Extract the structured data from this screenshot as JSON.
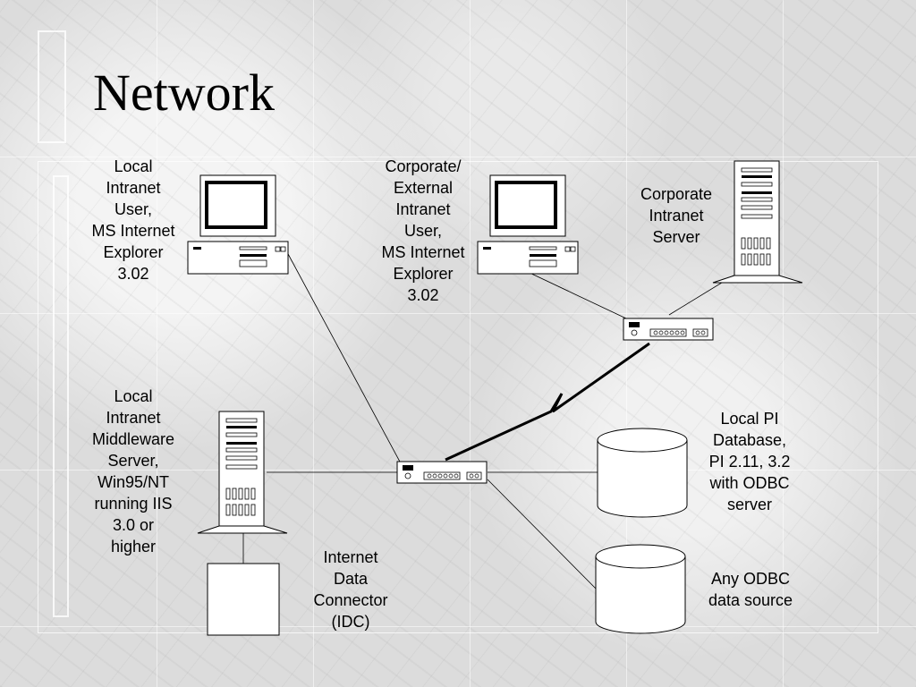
{
  "slide": {
    "title": "Network"
  },
  "labels": {
    "local_user": "Local\nIntranet\nUser,\nMS Internet\nExplorer\n3.02",
    "corporate_user": "Corporate/\nExternal\nIntranet\nUser,\nMS Internet\nExplorer\n3.02",
    "corporate_server": "Corporate\nIntranet\nServer",
    "middleware_server": "Local\nIntranet\nMiddleware\nServer,\nWin95/NT\nrunning IIS\n3.0 or\nhigher",
    "idc": "Internet\nData\nConnector\n(IDC)",
    "local_pi_db": "Local PI\nDatabase,\nPI 2.11, 3.2\nwith ODBC\nserver",
    "odbc_source": "Any ODBC\ndata source"
  },
  "icons": {
    "workstation": "desktop-computer-icon",
    "tower": "tower-server-icon",
    "hub": "network-hub-icon",
    "database": "database-cylinder-icon",
    "link": "wan-lightning-link-icon"
  },
  "colors": {
    "line": "#000000",
    "device_fill": "#ffffff",
    "screen": "#000000"
  }
}
